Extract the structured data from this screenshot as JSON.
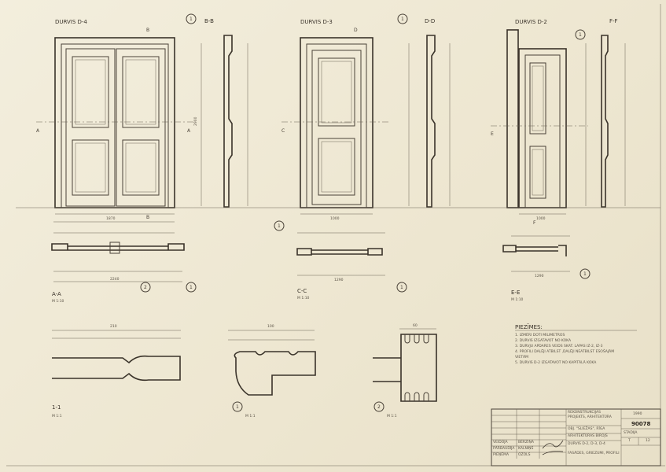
{
  "views": {
    "d4_title": "DURVIS D-4",
    "bb": "B-B",
    "d3_title": "DURVIS D-3",
    "dd": "D-D",
    "d2_title": "DURVIS D-2",
    "ff": "F-F",
    "aa": "A-A",
    "aa_scale": "M 1:10",
    "cc": "C-C",
    "cc_scale": "M 1:10",
    "ee": "E-E",
    "ee_scale": "M 1:10",
    "s1": "1-1",
    "s1_scale": "M 1:1",
    "s2_scale": "M 1:1",
    "s3_scale": "M 1:1",
    "marker1": "1",
    "marker2": "2",
    "sec_a": "A",
    "sec_b": "B",
    "sec_c": "C",
    "sec_d": "D",
    "sec_e": "E",
    "sec_f": "F"
  },
  "notes": {
    "title": "PIEZĪMES:",
    "items": [
      "1. IZMĒRI DOTI MILIMETROS",
      "2. DURVIS IZGATAVOT NO KOKA",
      "3. DURVJU APDARES VEIDS SKAT. LAPAS IZ-2, IZ-3",
      "4. PROFILI DALĒJI ATBILST ,DALĒJI NEATBILST ESOŠAJĀM",
      "   VIETĀM",
      "5. DURVIS D-2 IZGATAVOT NO KAPITĀLĀ KOKA"
    ]
  },
  "title_block": {
    "project": "REKONSTRUKCIJAS PROJEKTS, ARHITEKTŪRA",
    "object": "OBJ. \"SLIEŽAS\", RĪGA",
    "stage": "STADIJA",
    "sheet_no": "90078",
    "stage_val": "T",
    "sheet_val": "12",
    "drawing_title": "DURVIS D-2, D-3, D-4",
    "drawing_sub": "FASĀDES, GRIEZUMI, PROFILI",
    "org": "ARHITEKTŪRAS BIROJS",
    "year": "1990",
    "roles": [
      "VEIDOJA",
      "PĀRBAUDĪJA",
      "PIEŅĒMA"
    ],
    "names": [
      "BĒRZIŅA",
      "KALNIŅŠ",
      "OZOLS"
    ]
  },
  "dims": {
    "d4_width": "1870",
    "d4_height": "2900",
    "d3_width": "1000",
    "d2_width": "1000",
    "aa_total": "2240",
    "cc_total": "1290",
    "ee_total": "1290",
    "s1_total": "210",
    "s2_total": "100",
    "s3_total": "60"
  }
}
